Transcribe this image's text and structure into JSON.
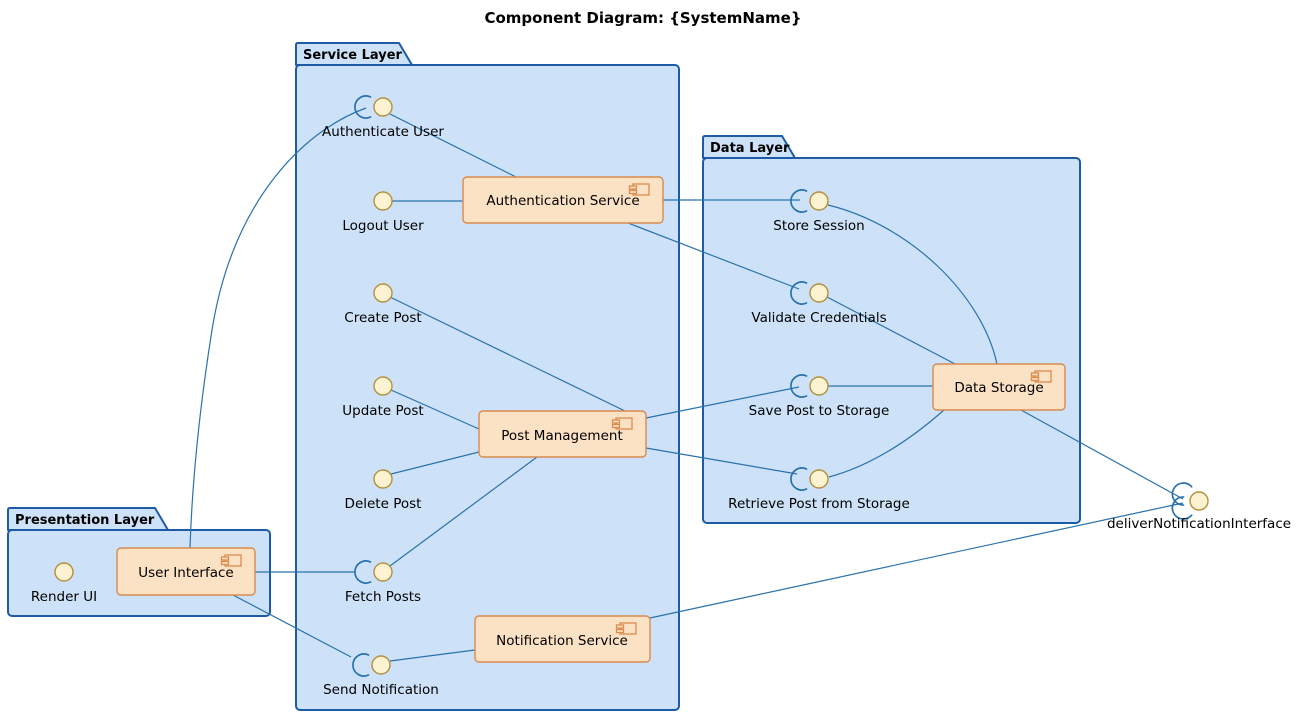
{
  "title": "Component Diagram: {SystemName}",
  "packages": {
    "service": {
      "label": "Service Layer"
    },
    "data": {
      "label": "Data Layer"
    },
    "presentation": {
      "label": "Presentation Layer"
    }
  },
  "components": {
    "authentication_service": {
      "label": "Authentication Service"
    },
    "post_management": {
      "label": "Post Management"
    },
    "notification_service": {
      "label": "Notification Service"
    },
    "data_storage": {
      "label": "Data Storage"
    },
    "user_interface": {
      "label": "User Interface"
    }
  },
  "interfaces": {
    "authenticate_user": {
      "label": "Authenticate User"
    },
    "logout_user": {
      "label": "Logout User"
    },
    "create_post": {
      "label": "Create Post"
    },
    "update_post": {
      "label": "Update Post"
    },
    "delete_post": {
      "label": "Delete Post"
    },
    "fetch_posts": {
      "label": "Fetch Posts"
    },
    "send_notification": {
      "label": "Send Notification"
    },
    "store_session": {
      "label": "Store Session"
    },
    "validate_credentials": {
      "label": "Validate Credentials"
    },
    "save_post_to_storage": {
      "label": "Save Post to Storage"
    },
    "retrieve_post_from_storage": {
      "label": "Retrieve Post from Storage"
    },
    "render_ui": {
      "label": "Render UI"
    },
    "deliver_notification_interface": {
      "label": "deliverNotificationInterface"
    }
  },
  "colors": {
    "background": "#ffffff",
    "package_fill": "#cde2f8",
    "package_border": "#1d5ca5",
    "component_fill": "#fce2c4",
    "component_border": "#da8b4f",
    "interface_fill": "#fdf3d2",
    "interface_border": "#b3903c",
    "edge": "#2a72ab",
    "text": "#000000"
  }
}
